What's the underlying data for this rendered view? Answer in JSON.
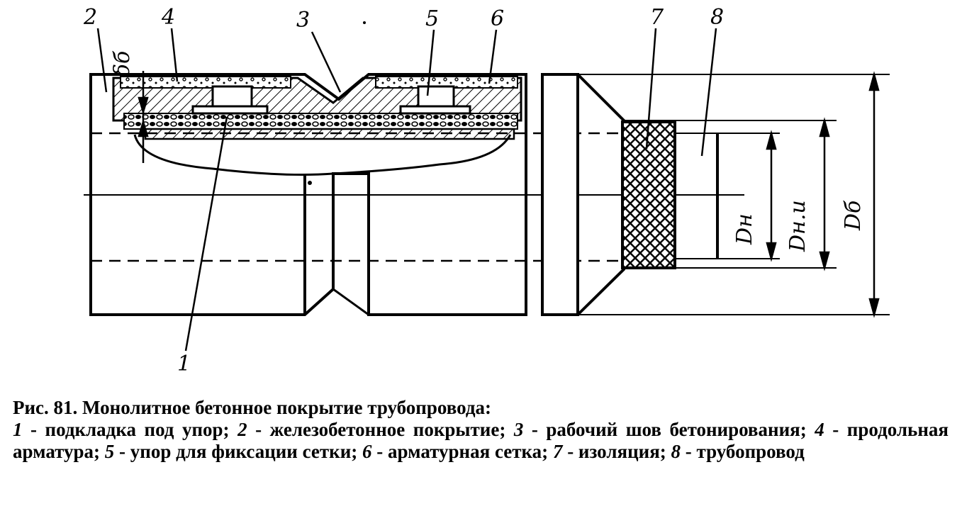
{
  "figure": {
    "labels": {
      "l1": "1",
      "l2": "2",
      "l3": "3",
      "l4": "4",
      "l5": "5",
      "l6": "6",
      "l7": "7",
      "l8": "8"
    },
    "dimensions": {
      "delta_b": "δб",
      "d_n": "Dн",
      "d_ni": "Dн.и",
      "d_b": "Dб"
    }
  },
  "caption": {
    "title": "Рис. 81. Монолитное бетонное покрытие трубопровода:",
    "items": [
      {
        "num": "1",
        "text": " - подкладка под упор; "
      },
      {
        "num": "2",
        "text": " - железобетонное покрытие; "
      },
      {
        "num": "3",
        "text": " - рабочий шов бетонирования; "
      },
      {
        "num": "4",
        "text": " - продольная арматура; "
      },
      {
        "num": "5",
        "text": " - упор для фиксации сетки; "
      },
      {
        "num": "6",
        "text": " - арматурная сетка; "
      },
      {
        "num": "7",
        "text": " - изоляция; "
      },
      {
        "num": "8",
        "text": " - трубопровод"
      }
    ]
  }
}
